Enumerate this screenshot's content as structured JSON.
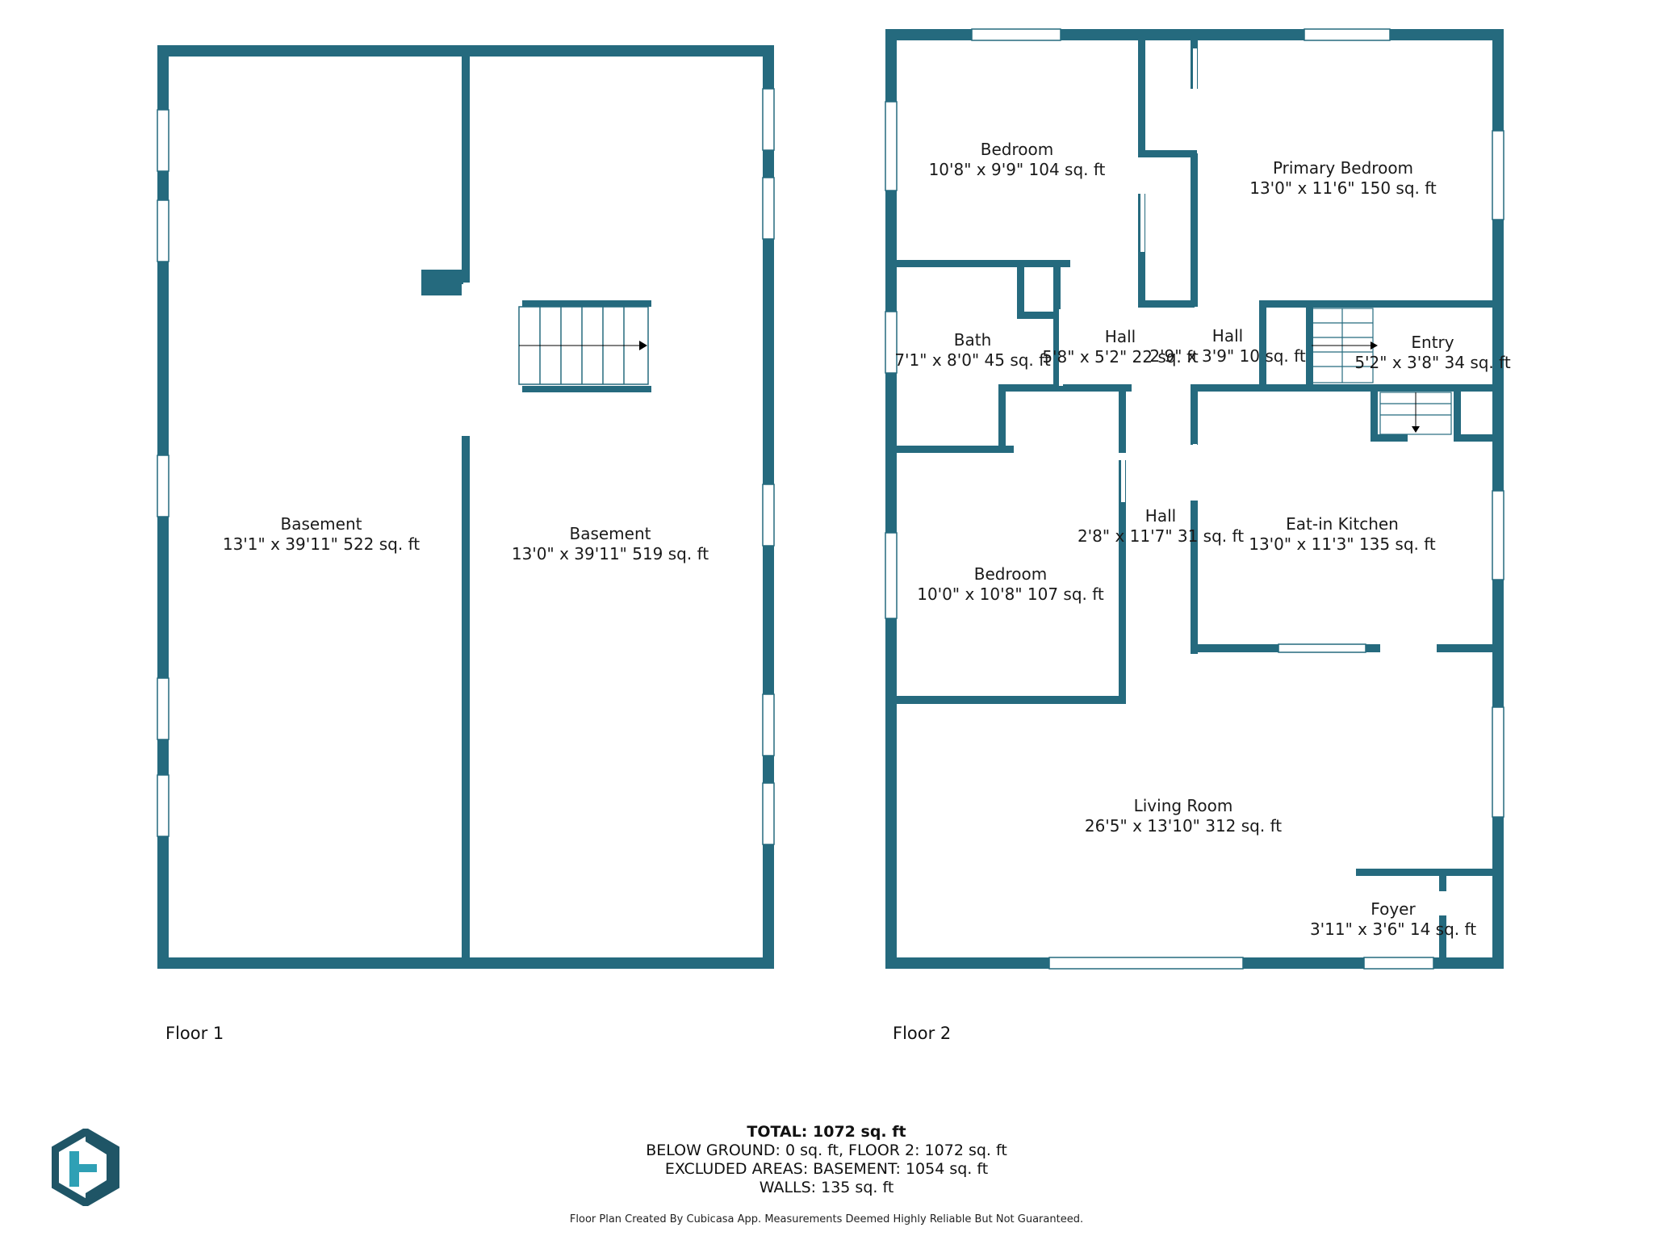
{
  "colors": {
    "wall": "#256a7e",
    "window": "#ffffff",
    "logo_dark": "#1f5566",
    "logo_light": "#2fa0b5"
  },
  "floors": [
    {
      "label": "Floor 1"
    },
    {
      "label": "Floor 2"
    }
  ],
  "rooms": {
    "basement_a": {
      "name": "Basement",
      "dims": "13'1\" x 39'11\" 522 sq. ft"
    },
    "basement_b": {
      "name": "Basement",
      "dims": "13'0\" x 39'11\" 519 sq. ft"
    },
    "bedroom_top": {
      "name": "Bedroom",
      "dims": "10'8\" x 9'9\" 104 sq. ft"
    },
    "primary_bedroom": {
      "name": "Primary Bedroom",
      "dims": "13'0\" x 11'6\" 150 sq. ft"
    },
    "bath": {
      "name": "Bath",
      "dims": "7'1\" x 8'0\" 45 sq. ft"
    },
    "hall_a": {
      "name": "Hall",
      "dims": "5'8\" x 5'2\" 22 sq. ft"
    },
    "hall_b": {
      "name": "Hall",
      "dims": "2'9\" x 3'9\" 10 sq. ft"
    },
    "entry": {
      "name": "Entry",
      "dims": "5'2\" x 3'8\" 34 sq. ft"
    },
    "hall_c": {
      "name": "Hall",
      "dims": "2'8\" x 11'7\" 31 sq. ft"
    },
    "eat_in_kitchen": {
      "name": "Eat-in Kitchen",
      "dims": "13'0\" x 11'3\" 135 sq. ft"
    },
    "bedroom_mid": {
      "name": "Bedroom",
      "dims": "10'0\" x 10'8\" 107 sq. ft"
    },
    "living_room": {
      "name": "Living Room",
      "dims": "26'5\" x 13'10\" 312 sq. ft"
    },
    "foyer": {
      "name": "Foyer",
      "dims": "3'11\" x 3'6\" 14 sq. ft"
    }
  },
  "summary": {
    "total": "TOTAL: 1072 sq. ft",
    "below_ground": "BELOW GROUND: 0 sq. ft, FLOOR 2: 1072 sq. ft",
    "excluded": "EXCLUDED AREAS: BASEMENT: 1054 sq. ft",
    "walls": "WALLS: 135 sq. ft"
  },
  "disclaimer": "Floor Plan Created By Cubicasa App. Measurements Deemed Highly Reliable But Not Guaranteed.",
  "logo": {
    "icon": "cubicasa-logo-icon"
  }
}
